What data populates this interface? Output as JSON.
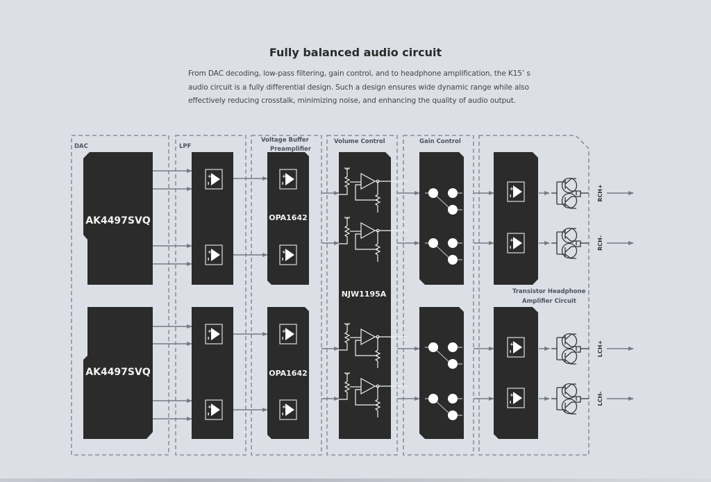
{
  "header": {
    "title": "Fully balanced audio circuit",
    "description_lines": [
      "From DAC decoding, low-pass filtering, gain control, and to headphone amplification, the K15’ s",
      "audio circuit is a fully differential design. Such a design ensures wide dynamic range while also",
      "effectively reducing crosstalk, minimizing noise, and enhancing the quality of audio output."
    ]
  },
  "stages": {
    "dac": "DAC",
    "lpf": "LPF",
    "buffer_line1": "Voltage Buffer",
    "buffer_line2": "Preamplifier",
    "volume": "Volume Control",
    "gain": "Gain Control",
    "amp_line1": "Transistor Headphone",
    "amp_line2": "Amplifier Circuit"
  },
  "chips": {
    "dac_top": "AK4497SVQ",
    "dac_bottom": "AK4497SVQ",
    "buffer_top": "OPA1642",
    "buffer_bottom": "OPA1642",
    "volume": "NJW1195A"
  },
  "outputs": [
    "RCH+",
    "RCH-",
    "LCH+",
    "LCH-"
  ],
  "colors": {
    "background": "#dcdfe6",
    "chip": "#2b2b2b",
    "dashed_border": "#7a7e86",
    "wire": "#767a82"
  }
}
